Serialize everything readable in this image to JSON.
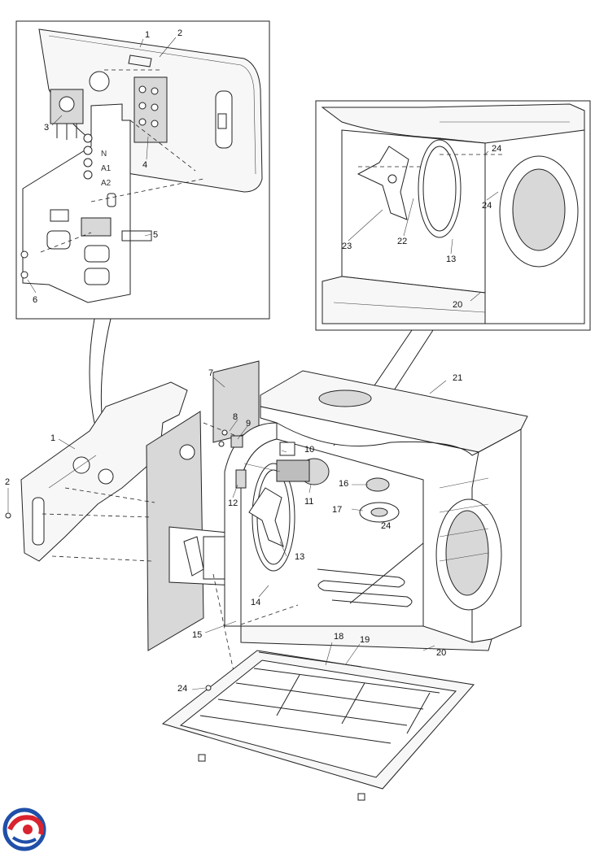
{
  "diagram": {
    "part_labels": [
      "1",
      "2",
      "3",
      "4",
      "5",
      "6",
      "7",
      "8",
      "9",
      "10",
      "11",
      "12",
      "13",
      "14",
      "15",
      "16",
      "17",
      "18",
      "19",
      "20",
      "21",
      "22",
      "23",
      "24"
    ]
  },
  "logo": {
    "name": "brand-swirl-logo",
    "colors": [
      "#1f4fa8",
      "#d9232e"
    ]
  }
}
